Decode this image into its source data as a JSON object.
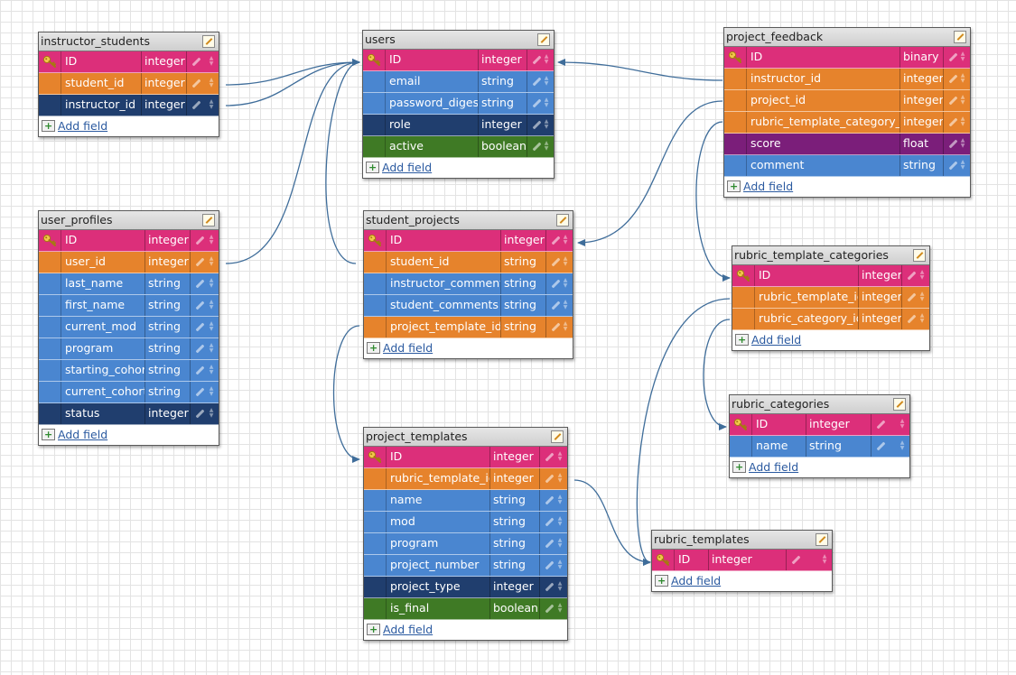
{
  "add_field_label": "Add field",
  "colors": {
    "primary_key": "#dc2f7a",
    "foreign_key": "#e6832c",
    "string": "#4a86d0",
    "integer": "#203e6e",
    "boolean": "#3f7a25",
    "float": "#7b1e7a",
    "link": "#3f6d9a"
  },
  "icons": [
    "key-icon",
    "pencil-edit-icon",
    "move-arrows-icon",
    "edit-table-icon",
    "add-field-icon"
  ],
  "tables": {
    "instructor_students": {
      "title": "instructor_students",
      "fields": [
        {
          "name": "ID",
          "type": "integer",
          "kind": "pk"
        },
        {
          "name": "student_id",
          "type": "integer",
          "kind": "fk"
        },
        {
          "name": "instructor_id",
          "type": "integer",
          "kind": "in"
        }
      ]
    },
    "users": {
      "title": "users",
      "fields": [
        {
          "name": "ID",
          "type": "integer",
          "kind": "pk"
        },
        {
          "name": "email",
          "type": "string",
          "kind": "st"
        },
        {
          "name": "password_digest",
          "type": "string",
          "kind": "st"
        },
        {
          "name": "role",
          "type": "integer",
          "kind": "in"
        },
        {
          "name": "active",
          "type": "boolean",
          "kind": "bo"
        }
      ]
    },
    "project_feedback": {
      "title": "project_feedback",
      "fields": [
        {
          "name": "ID",
          "type": "binary",
          "kind": "pk"
        },
        {
          "name": "instructor_id",
          "type": "integer",
          "kind": "fk"
        },
        {
          "name": "project_id",
          "type": "integer",
          "kind": "fk"
        },
        {
          "name": "rubric_template_category_id",
          "type": "integer",
          "kind": "fk"
        },
        {
          "name": "score",
          "type": "float",
          "kind": "fl"
        },
        {
          "name": "comment",
          "type": "string",
          "kind": "st"
        }
      ]
    },
    "user_profiles": {
      "title": "user_profiles",
      "fields": [
        {
          "name": "ID",
          "type": "integer",
          "kind": "pk"
        },
        {
          "name": "user_id",
          "type": "integer",
          "kind": "fk"
        },
        {
          "name": "last_name",
          "type": "string",
          "kind": "st"
        },
        {
          "name": "first_name",
          "type": "string",
          "kind": "st"
        },
        {
          "name": "current_mod",
          "type": "string",
          "kind": "st"
        },
        {
          "name": "program",
          "type": "string",
          "kind": "st"
        },
        {
          "name": "starting_cohort",
          "type": "string",
          "kind": "st"
        },
        {
          "name": "current_cohort",
          "type": "string",
          "kind": "st"
        },
        {
          "name": "status",
          "type": "integer",
          "kind": "in"
        }
      ]
    },
    "student_projects": {
      "title": "student_projects",
      "fields": [
        {
          "name": "ID",
          "type": "integer",
          "kind": "pk"
        },
        {
          "name": "student_id",
          "type": "string",
          "kind": "fk"
        },
        {
          "name": "instructor_comments",
          "type": "string",
          "kind": "st"
        },
        {
          "name": "student_comments",
          "type": "string",
          "kind": "st"
        },
        {
          "name": "project_template_id",
          "type": "string",
          "kind": "fk"
        }
      ]
    },
    "rubric_template_categories": {
      "title": "rubric_template_categories",
      "fields": [
        {
          "name": "ID",
          "type": "integer",
          "kind": "pk"
        },
        {
          "name": "rubric_template_id",
          "type": "integer",
          "kind": "fk"
        },
        {
          "name": "rubric_category_id",
          "type": "integer",
          "kind": "fk"
        }
      ]
    },
    "rubric_categories": {
      "title": "rubric_categories",
      "fields": [
        {
          "name": "ID",
          "type": "integer",
          "kind": "pk"
        },
        {
          "name": "name",
          "type": "string",
          "kind": "st"
        }
      ]
    },
    "project_templates": {
      "title": "project_templates",
      "fields": [
        {
          "name": "ID",
          "type": "integer",
          "kind": "pk"
        },
        {
          "name": "rubric_template_id",
          "type": "integer",
          "kind": "fk"
        },
        {
          "name": "name",
          "type": "string",
          "kind": "st"
        },
        {
          "name": "mod",
          "type": "string",
          "kind": "st"
        },
        {
          "name": "program",
          "type": "string",
          "kind": "st"
        },
        {
          "name": "project_number",
          "type": "string",
          "kind": "st"
        },
        {
          "name": "project_type",
          "type": "integer",
          "kind": "in"
        },
        {
          "name": "is_final",
          "type": "boolean",
          "kind": "bo"
        }
      ]
    },
    "rubric_templates": {
      "title": "rubric_templates",
      "fields": [
        {
          "name": "ID",
          "type": "integer",
          "kind": "pk"
        }
      ]
    }
  }
}
